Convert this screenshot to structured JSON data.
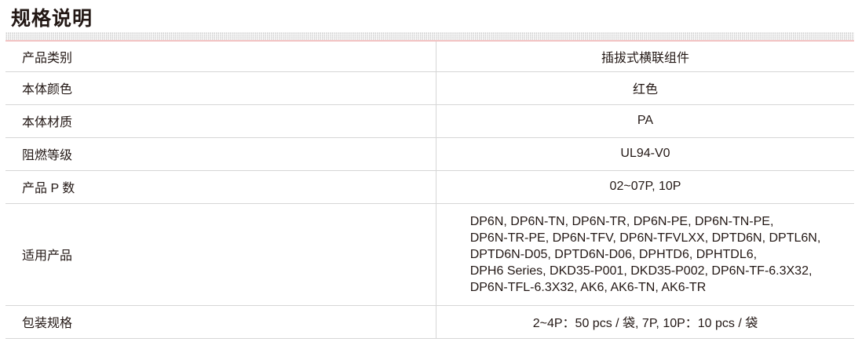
{
  "title": "规格说明",
  "rows": [
    {
      "label": "产品类别",
      "value": "插拔式横联组件"
    },
    {
      "label": "本体颜色",
      "value": "红色"
    },
    {
      "label": "本体材质",
      "value": "PA"
    },
    {
      "label": "阻燃等级",
      "value": "UL94-V0"
    },
    {
      "label": "产品 P 数",
      "value": "02~07P, 10P"
    },
    {
      "label": "适用产品",
      "lines": [
        "DP6N, DP6N-TN, DP6N-TR, DP6N-PE, DP6N-TN-PE,",
        "DP6N-TR-PE, DP6N-TFV, DP6N-TFVLXX, DPTD6N, DPTL6N,",
        "DPTD6N-D05, DPTD6N-D06, DPHTD6, DPHTDL6,",
        "DPH6 Series, DKD35-P001, DKD35-P002, DP6N-TF-6.3X32,",
        "DP6N-TFL-6.3X32, AK6, AK6-TN, AK6-TR"
      ]
    },
    {
      "label": "包装规格",
      "value": "2~4P：50 pcs / 袋, 7P, 10P：10 pcs / 袋"
    }
  ]
}
